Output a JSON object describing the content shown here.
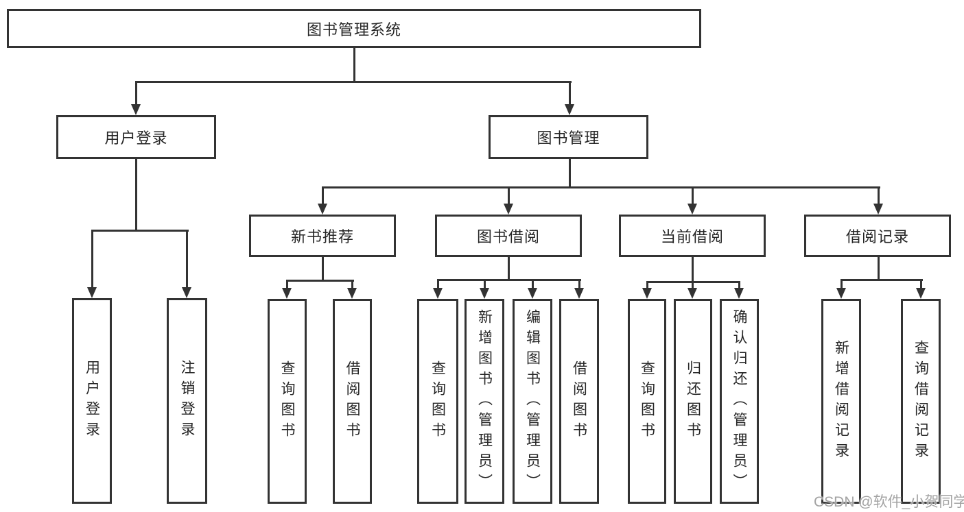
{
  "tree": {
    "label": "图书管理系统",
    "children": [
      {
        "label": "用户登录",
        "children": [
          {
            "label": "用户登录"
          },
          {
            "label": "注销登录"
          }
        ]
      },
      {
        "label": "图书管理",
        "children": [
          {
            "label": "新书推荐",
            "children": [
              {
                "label": "查询图书"
              },
              {
                "label": "借阅图书"
              }
            ]
          },
          {
            "label": "图书借阅",
            "children": [
              {
                "label": "查询图书"
              },
              {
                "label": "新增图书（管理员）"
              },
              {
                "label": "编辑图书（管理员）"
              },
              {
                "label": "借阅图书"
              }
            ]
          },
          {
            "label": "当前借阅",
            "children": [
              {
                "label": "查询图书"
              },
              {
                "label": "归还图书"
              },
              {
                "label": "确认归还（管理员）"
              }
            ]
          },
          {
            "label": "借阅记录",
            "children": [
              {
                "label": "新增借阅记录"
              },
              {
                "label": "查询借阅记录"
              }
            ]
          }
        ]
      }
    ]
  },
  "watermark": {
    "text": "CSDN @软件_小贺同学"
  },
  "colors": {
    "line": "#333333",
    "text": "#262626",
    "watermark": "#a3a3a3",
    "background": "#ffffff"
  }
}
